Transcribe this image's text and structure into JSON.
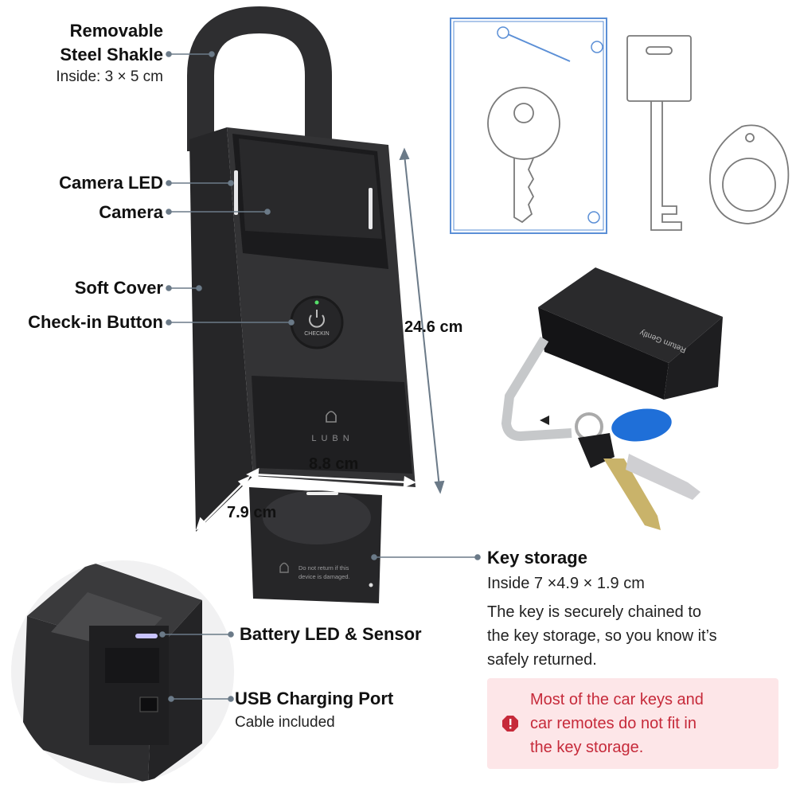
{
  "callouts": {
    "shackle_title": [
      "Removable",
      "Steel Shakle"
    ],
    "shackle_sub": "Inside: 3 × 5 cm",
    "camera_led": "Camera LED",
    "camera": "Camera",
    "soft_cover": "Soft Cover",
    "checkin_button": "Check-in Button",
    "battery_led": "Battery LED & Sensor",
    "usb_port": "USB Charging Port",
    "usb_sub": "Cable included"
  },
  "dimensions": {
    "height": "24.6 cm",
    "width": "8.8 cm",
    "depth": "7.9 cm"
  },
  "device_text": {
    "button": "CHECKIN",
    "brand": "LUBN",
    "storage_notice": [
      "Do not return if this",
      "device is damaged."
    ],
    "box_label": "Return Gently"
  },
  "key_storage": {
    "title": "Key storage",
    "size": "Inside 7 ×4.9 × 1.9 cm",
    "description": [
      "The key is securely chained to",
      "the key storage, so you know it’s",
      "safely returned."
    ]
  },
  "warning": {
    "icon": "exclamation-octagon-icon",
    "text": [
      "Most of the car keys and",
      "car remotes do not fit in",
      "the key storage."
    ],
    "color": "#c62a3a",
    "background": "#fde6e8"
  },
  "colors": {
    "device": "#2e2e30",
    "outline_blue": "#5b8fd6",
    "outline_gray": "#7a7a7a",
    "fob_blue": "#1f6fd8",
    "connector": "#6b7a88"
  }
}
